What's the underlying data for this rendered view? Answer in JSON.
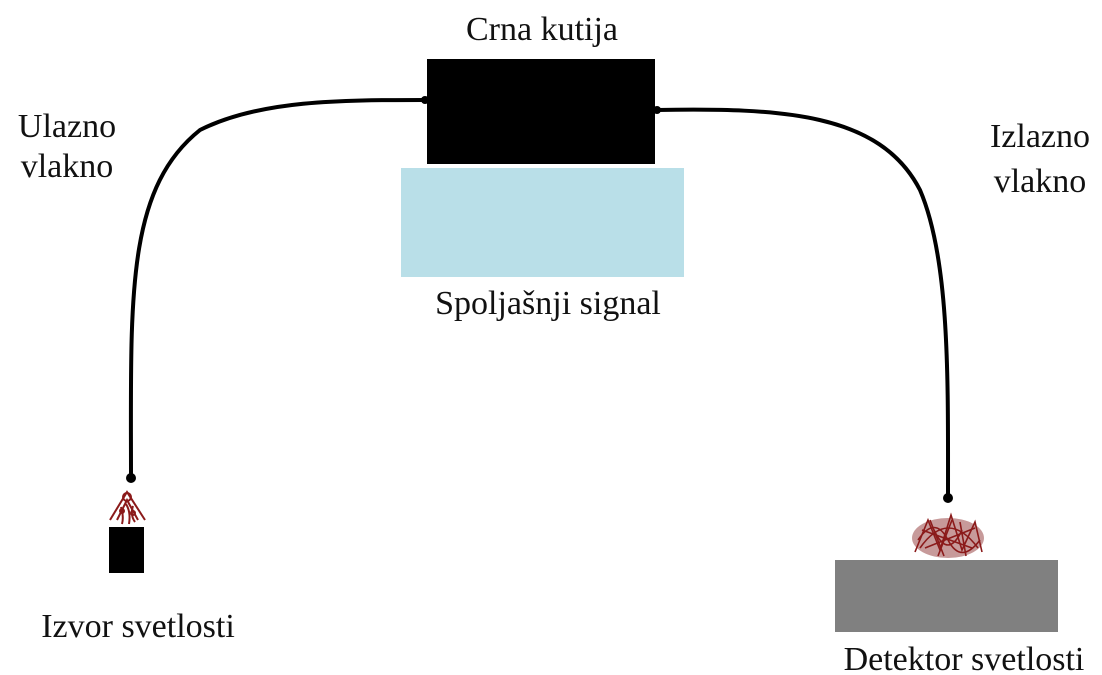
{
  "labels": {
    "black_box": "Crna kutija",
    "input_fiber_line1": "Ulazno",
    "input_fiber_line2": "vlakno",
    "output_fiber_line1": "Izlazno",
    "output_fiber_line2": "vlakno",
    "external_signal": "Spoljašnji signal",
    "light_source": "Izvor svetlosti",
    "light_detector": "Detektor svetlosti"
  },
  "colors": {
    "black_box": "#000000",
    "external_signal": "#b9dfe8",
    "light_source": "#000000",
    "detector": "#808080",
    "fiber": "#000000",
    "light_emission": "#8b1a1a"
  },
  "icons": {
    "source_emission": "light-rays-icon",
    "detector_glow": "scattered-light-icon"
  }
}
